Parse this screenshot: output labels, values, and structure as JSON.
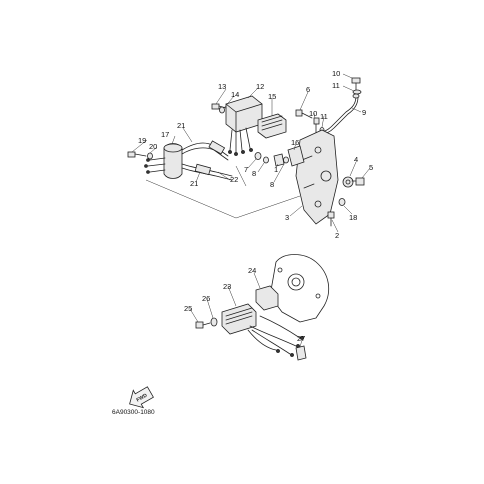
{
  "diagram_code": "6A90300-1080",
  "fwd_label": "FWD",
  "callouts": [
    {
      "id": "c10",
      "text": "10"
    },
    {
      "id": "c11a",
      "text": "11"
    },
    {
      "id": "c9",
      "text": "9"
    },
    {
      "id": "c13",
      "text": "13"
    },
    {
      "id": "c12",
      "text": "12"
    },
    {
      "id": "c14",
      "text": "14"
    },
    {
      "id": "c15",
      "text": "15"
    },
    {
      "id": "c6",
      "text": "6"
    },
    {
      "id": "c10b",
      "text": "10"
    },
    {
      "id": "c11b",
      "text": "11"
    },
    {
      "id": "c21a",
      "text": "21"
    },
    {
      "id": "c17",
      "text": "17"
    },
    {
      "id": "c19",
      "text": "19"
    },
    {
      "id": "c20",
      "text": "20"
    },
    {
      "id": "c16",
      "text": "16"
    },
    {
      "id": "c7",
      "text": "7"
    },
    {
      "id": "c8a",
      "text": "8"
    },
    {
      "id": "c1",
      "text": "1"
    },
    {
      "id": "c8b",
      "text": "8"
    },
    {
      "id": "c22",
      "text": "22"
    },
    {
      "id": "c21b",
      "text": "21"
    },
    {
      "id": "c4",
      "text": "4"
    },
    {
      "id": "c5",
      "text": "5"
    },
    {
      "id": "c3",
      "text": "3"
    },
    {
      "id": "c18",
      "text": "18"
    },
    {
      "id": "c2",
      "text": "2"
    },
    {
      "id": "c24",
      "text": "24"
    },
    {
      "id": "c23",
      "text": "23"
    },
    {
      "id": "c26",
      "text": "26"
    },
    {
      "id": "c25",
      "text": "25"
    },
    {
      "id": "c27",
      "text": "27"
    }
  ]
}
